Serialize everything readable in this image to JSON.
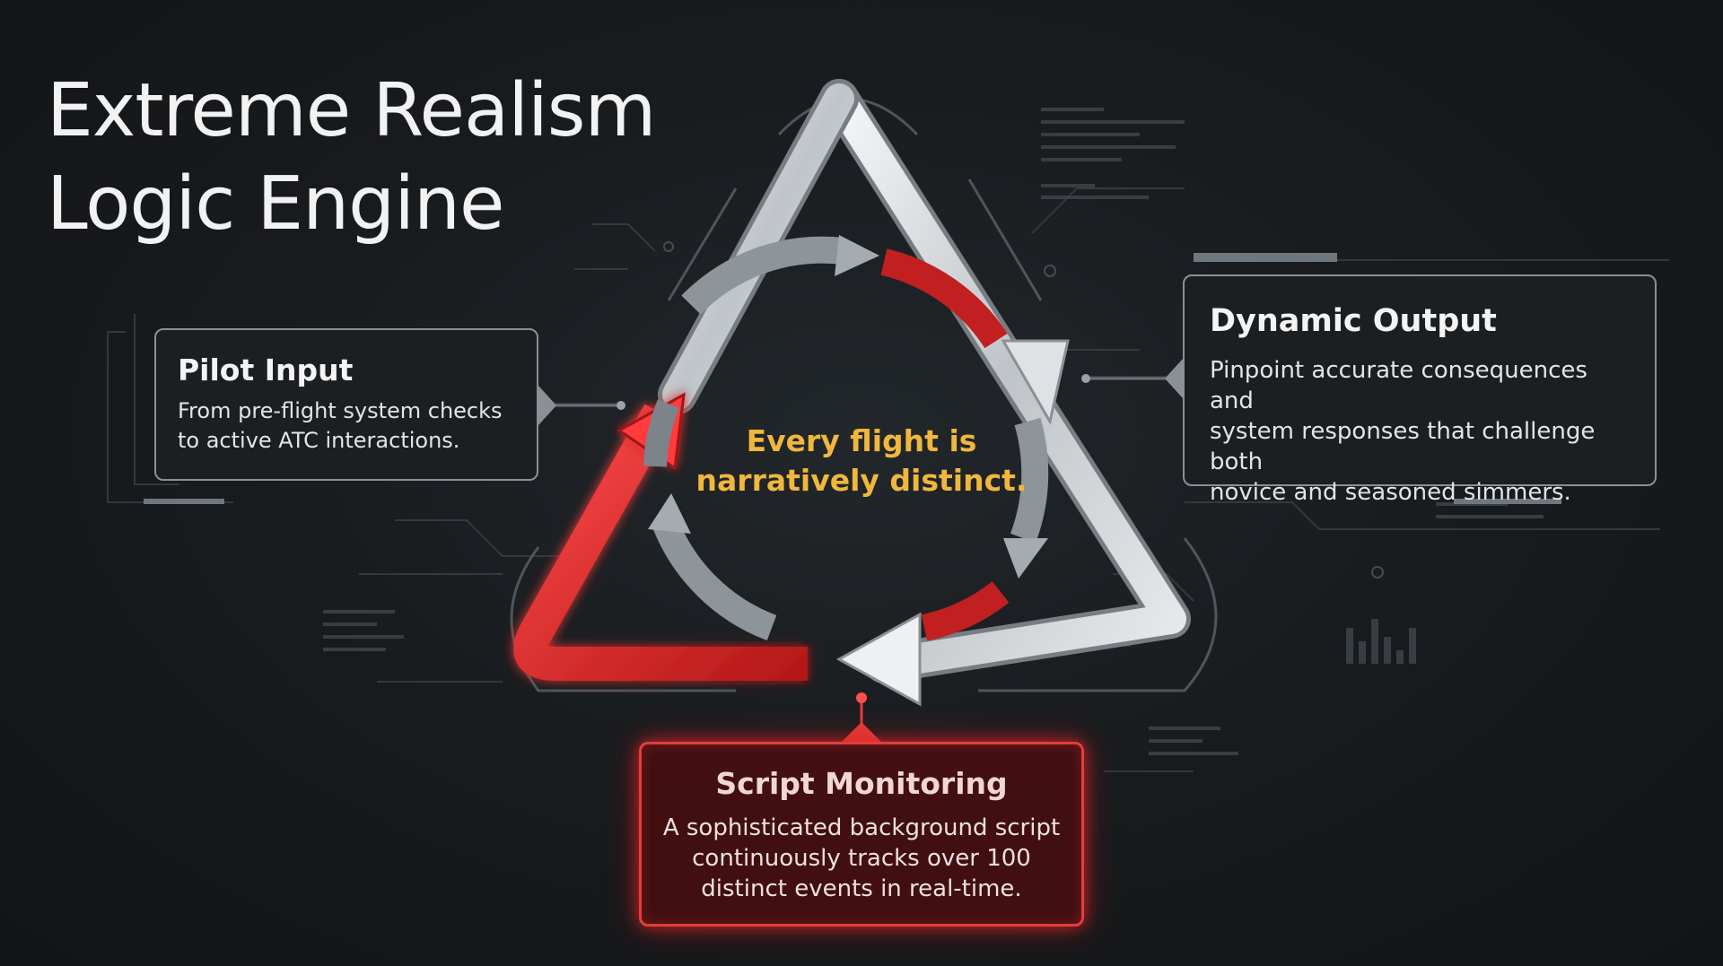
{
  "title": {
    "line1": "Extreme Realism",
    "line2": "Logic Engine"
  },
  "center": {
    "line1": "Every flight is",
    "line2": "narratively distinct."
  },
  "nodes": {
    "pilot_input": {
      "title": "Pilot Input",
      "line1": "From pre-flight system checks",
      "line2": "to active ATC interactions."
    },
    "dynamic_output": {
      "title": "Dynamic Output",
      "line1": "Pinpoint accurate consequences and",
      "line2": "system responses that challenge both",
      "line3": "novice and seasoned simmers."
    },
    "script_monitoring": {
      "title": "Script Monitoring",
      "line1": "A sophisticated background script",
      "line2": "continuously tracks over 100",
      "line3": "distinct events in real-time."
    }
  },
  "colors": {
    "background": "#16191c",
    "accent_red": "#e02a2a",
    "accent_silver": "#d9dcdf",
    "highlight_gold": "#f0b73e"
  }
}
